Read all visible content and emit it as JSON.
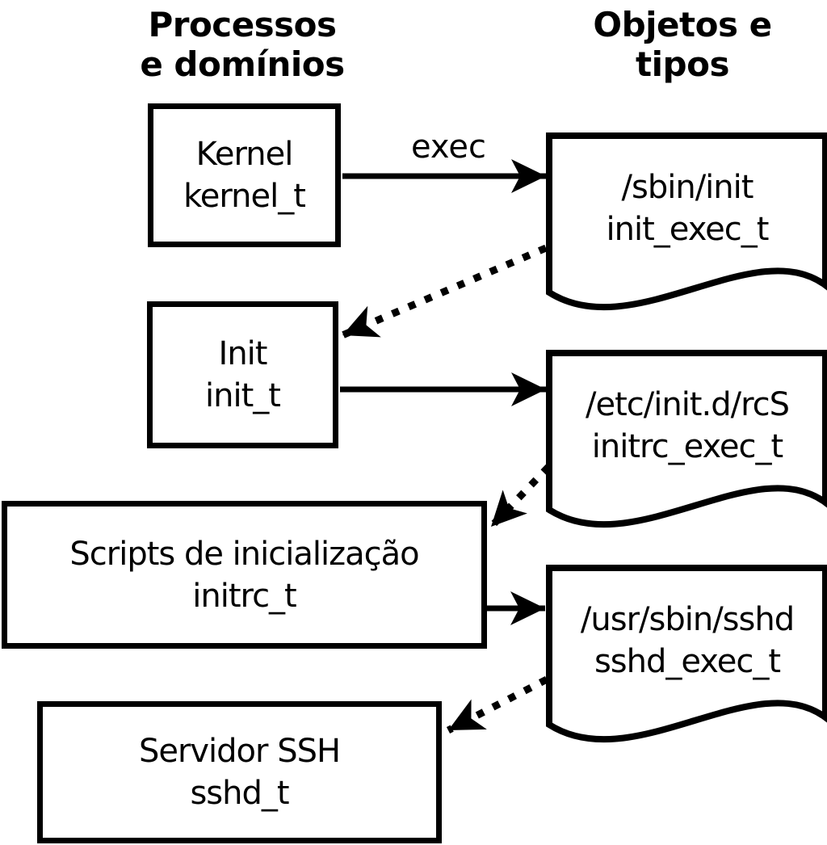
{
  "headers": {
    "processes": {
      "line1": "Processos",
      "line2": "e domínios"
    },
    "objects": {
      "line1": "Objetos e",
      "line2": "tipos"
    }
  },
  "nodes": {
    "kernel": {
      "label": "Kernel",
      "domain": "kernel_t"
    },
    "init": {
      "label": "Init",
      "domain": "init_t"
    },
    "initrc": {
      "label": "Scripts de inicialização",
      "domain": "initrc_t"
    },
    "sshd": {
      "label": "Servidor SSH",
      "domain": "sshd_t"
    }
  },
  "files": {
    "init_exec": {
      "path": "/sbin/init",
      "type": "init_exec_t"
    },
    "initrc_exec": {
      "path": "/etc/init.d/rcS",
      "type": "initrc_exec_t"
    },
    "sshd_exec": {
      "path": "/usr/sbin/sshd",
      "type": "sshd_exec_t"
    }
  },
  "labels": {
    "exec": "exec"
  },
  "colors": {
    "foreground": "#000000",
    "background": "#ffffff"
  }
}
